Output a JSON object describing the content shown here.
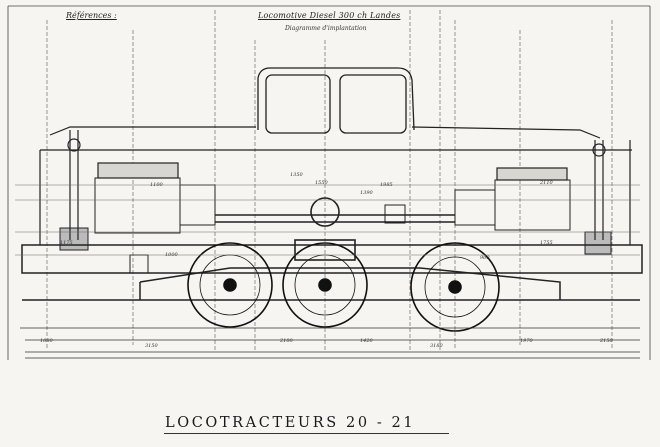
{
  "document": {
    "header_title": "Locomotive Diesel 300 ch Landes",
    "header_subtitle": "Diagramme d'implantation",
    "references_label": "Références :",
    "caption": "LOCOTRACTEURS 20 - 21",
    "dimensions": [
      "3150",
      "2100",
      "1420",
      "1970",
      "1880",
      "2150",
      "1550",
      "1985",
      "1100",
      "2110",
      "1350",
      "1390",
      "1175",
      "1755",
      "960",
      "1000",
      "3180"
    ]
  }
}
